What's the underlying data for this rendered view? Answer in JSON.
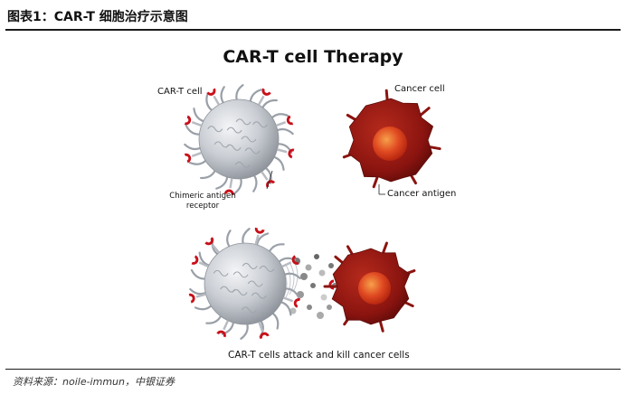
{
  "figure": {
    "caption": "图表1：CAR-T 细胞治疗示意图",
    "source": "资料来源：noile-immun，中银证券"
  },
  "diagram": {
    "title": "CAR-T cell Therapy",
    "labels": {
      "cart_cell": "CAR-T cell",
      "cancer_cell": "Cancer cell",
      "car_receptor_line1": "Chimeric antigen",
      "car_receptor_line2": "receptor",
      "cancer_antigen": "Cancer antigen",
      "attack_caption": "CAR-T cells attack and kill cancer cells"
    },
    "colors": {
      "tcell_body": "#c9cdd3",
      "receptor": "#c8101a",
      "cancer_outer": "#8b1410",
      "cancer_nucleus": "#e04a22",
      "rule_lines": "#1a1a1a"
    }
  }
}
